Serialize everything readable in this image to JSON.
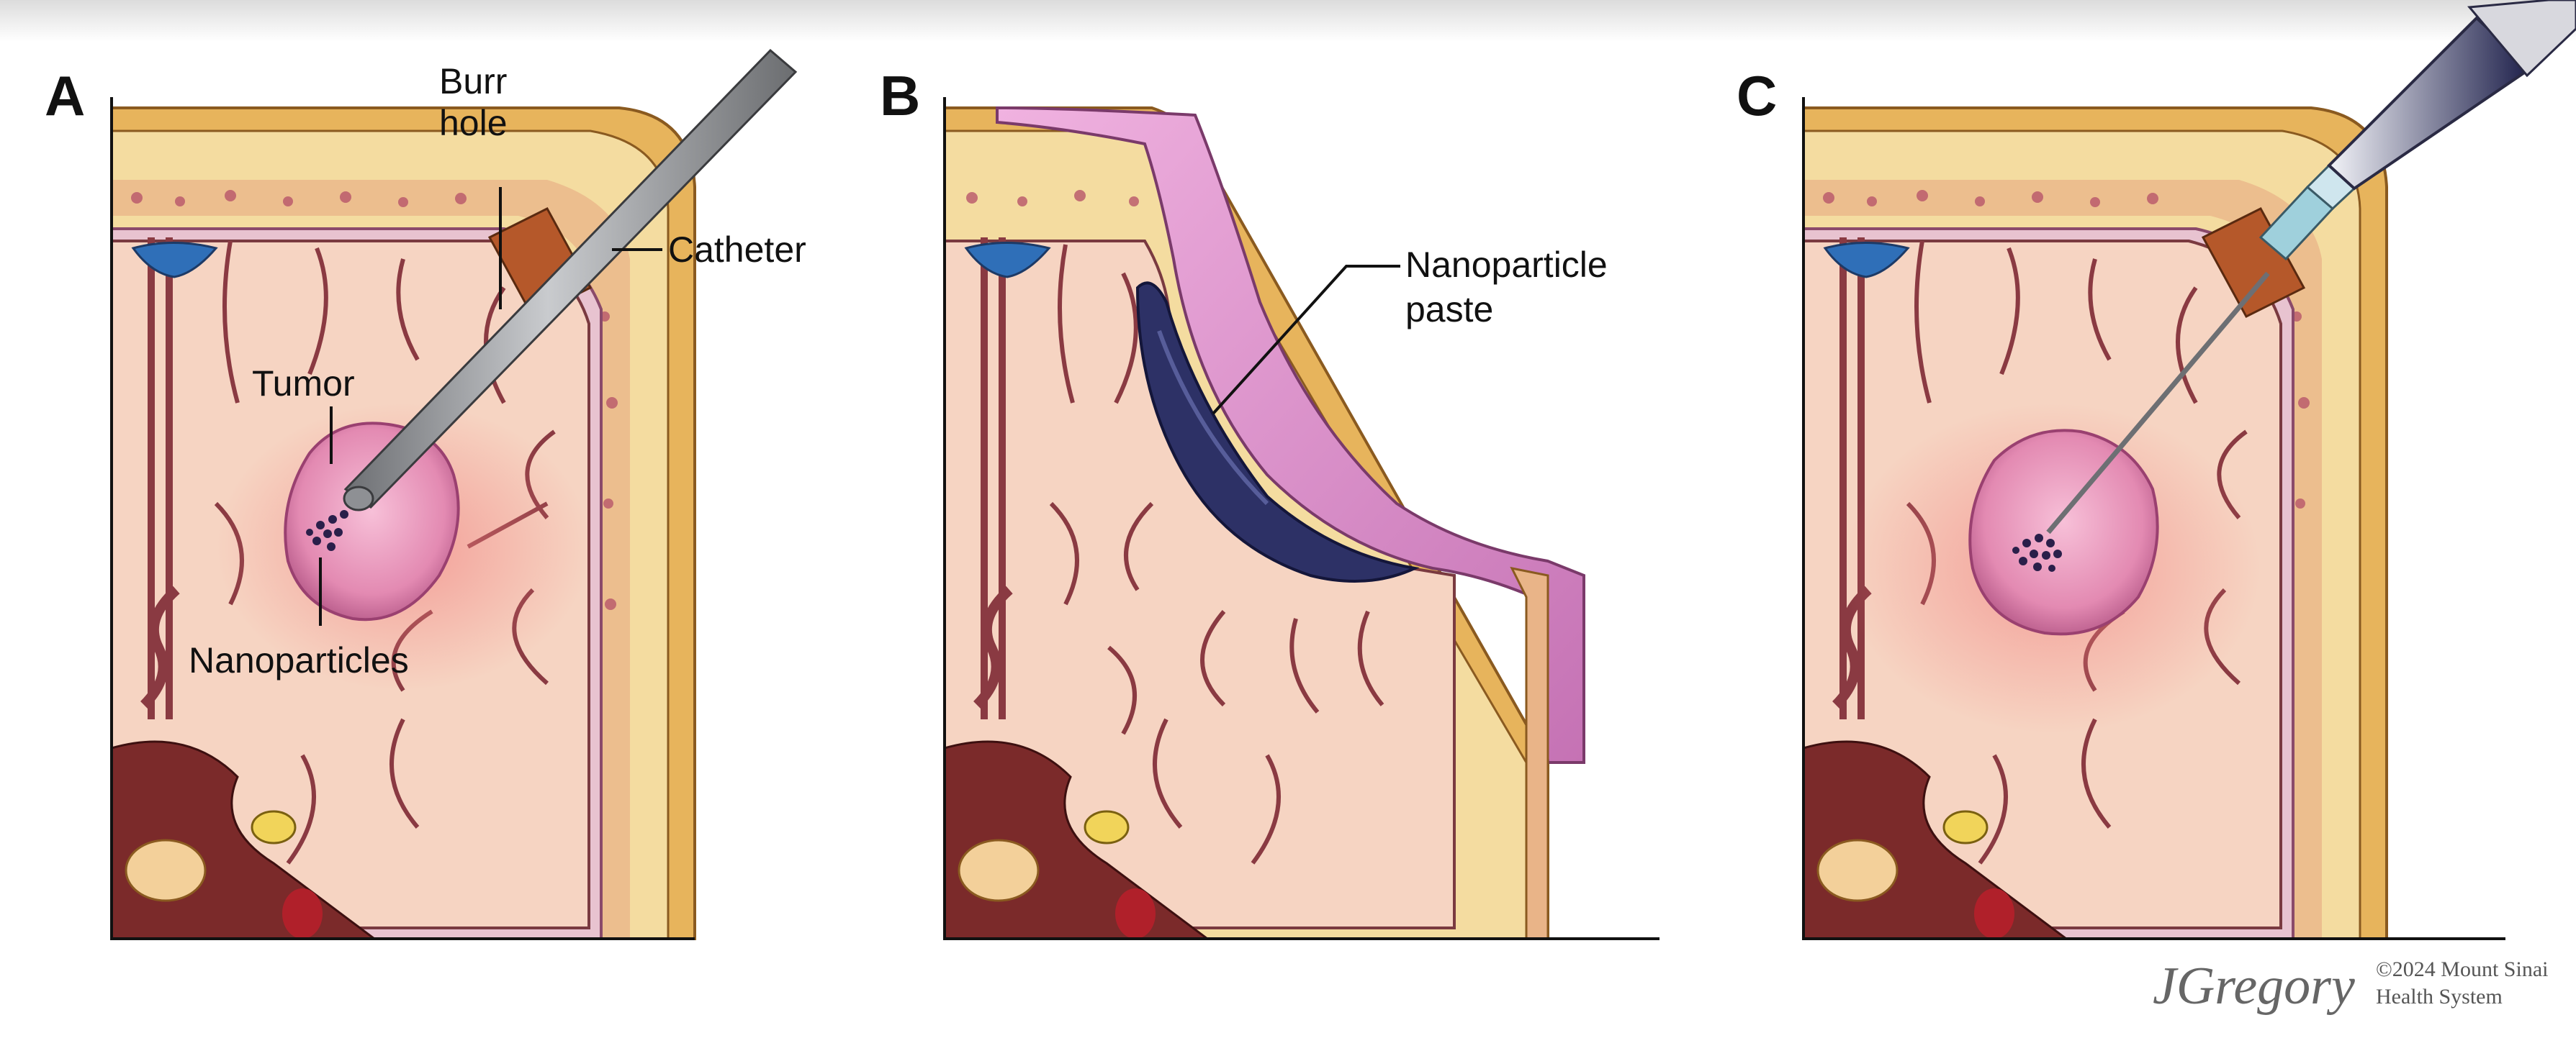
{
  "panels": [
    {
      "letter": "A",
      "labels": {
        "burr_line1": "Burr",
        "burr_line2": "hole",
        "catheter": "Catheter",
        "tumor": "Tumor",
        "nanoparticles": "Nanoparticles"
      }
    },
    {
      "letter": "B",
      "labels": {
        "paste_line1": "Nanoparticle",
        "paste_line2": "paste"
      }
    },
    {
      "letter": "C",
      "labels": {}
    }
  ],
  "credit": {
    "signature": "JGregory",
    "line1": "©2024 Mount Sinai",
    "line2": "Health System"
  },
  "colors": {
    "brain": "#f6d4c2",
    "sulcus": "#8a3a42",
    "bone": "#f4dca0",
    "skin": "#e7b45c",
    "tumor": "#e98fb4",
    "paste": "#2d3166",
    "flap": "#d88ac8",
    "ventricle": "#2f6fb8"
  }
}
